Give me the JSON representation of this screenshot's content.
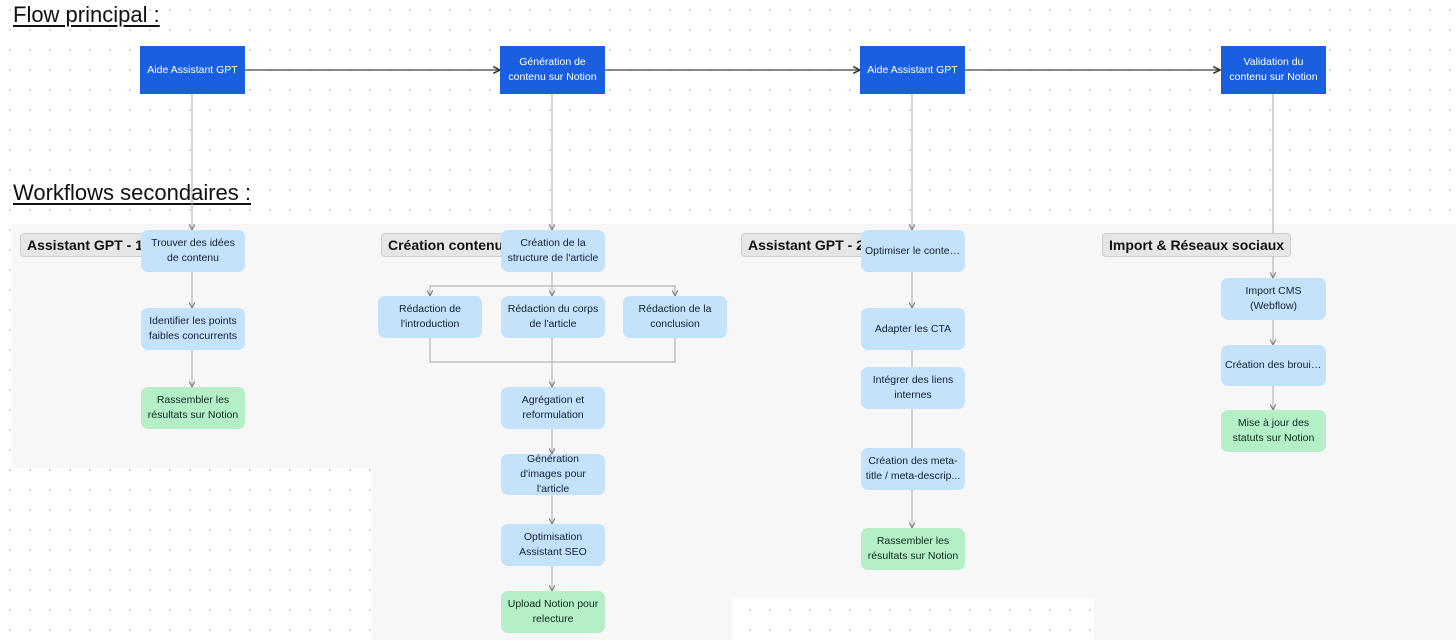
{
  "headings": {
    "main_flow": "Flow principal :",
    "secondary": "Workflows secondaires :"
  },
  "main_flow": [
    {
      "id": "m1",
      "label": "Aide Assistant GPT"
    },
    {
      "id": "m2",
      "label": "Génération de contenu sur Notion"
    },
    {
      "id": "m3",
      "label": "Aide Assistant GPT"
    },
    {
      "id": "m4",
      "label": "Validation du contenu sur Notion"
    }
  ],
  "lanes": [
    {
      "title": "Assistant GPT - 1",
      "steps": [
        "Trouver des idées de contenu",
        "Identifier les points faibles concurrents",
        "Rassembler les résultats sur Notion"
      ]
    },
    {
      "title": "Création contenu",
      "steps": [
        "Création de la structure de l'article",
        "Rédaction de l'introduction",
        "Rédaction du corps de l'article",
        "Rédaction de la conclusion",
        "Agrégation et reformulation",
        "Génération d'images pour l'article",
        "Optimisation Assistant SEO",
        "Upload Notion pour relecture"
      ]
    },
    {
      "title": "Assistant GPT - 2",
      "steps": [
        "Optimiser le conten...",
        "Adapter les CTA",
        "Intégrer des liens internes",
        "Création des meta-title / meta-descrip...",
        "Rassembler les résultats sur Notion"
      ]
    },
    {
      "title": "Import & Réseaux sociaux",
      "steps": [
        "Import CMS (Webflow)",
        "Création des brouill...",
        "Mise à jour des statuts sur Notion"
      ]
    }
  ],
  "colors": {
    "main_node": "#1a5fe0",
    "step_node": "#c5e2fb",
    "final_node": "#b4efc8",
    "panel": "#f7f7f7",
    "connector": "#9e9e9e"
  }
}
